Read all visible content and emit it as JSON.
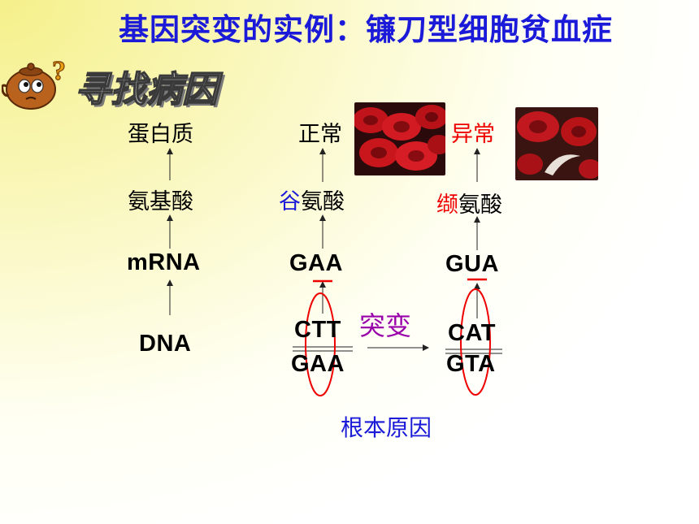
{
  "title": "基因突变的实例：镰刀型细胞贫血症",
  "section_heading": "寻找病因",
  "left_column": {
    "protein": "蛋白质",
    "amino_acid": "氨基酸",
    "mrna": "mRNA",
    "dna": "DNA"
  },
  "normal_column": {
    "status": "正常",
    "amino_prefix": "谷",
    "amino_suffix": "氨酸",
    "codon": "GAA",
    "dna_top": "CTT",
    "dna_bottom": "GAA"
  },
  "abnormal_column": {
    "status": "异常",
    "amino_prefix": "缬",
    "amino_suffix": "氨酸",
    "codon": "GUA",
    "dna_top": "CAT",
    "dna_bottom": "GTA"
  },
  "mutation_label": "突变",
  "root_cause": "根本原因",
  "colors": {
    "title": "#1a1ad8",
    "highlight_red": "#ee0000",
    "blue_text": "#1a1ad8",
    "purple_text": "#9900aa"
  }
}
